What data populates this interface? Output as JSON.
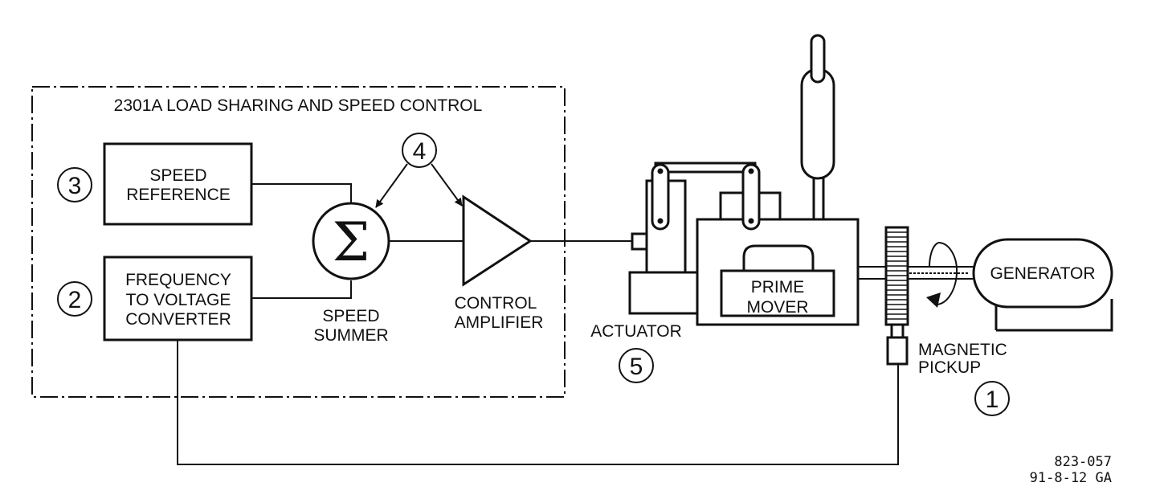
{
  "control_box": {
    "title": "2301A LOAD SHARING AND SPEED CONTROL"
  },
  "speed_reference": {
    "line1": "SPEED",
    "line2": "REFERENCE",
    "marker": "3"
  },
  "freq_converter": {
    "line1": "FREQUENCY",
    "line2": "TO VOLTAGE",
    "line3": "CONVERTER",
    "marker": "2"
  },
  "summer": {
    "symbol": "Σ",
    "line1": "SPEED",
    "line2": "SUMMER",
    "marker": "4"
  },
  "amplifier": {
    "line1": "CONTROL",
    "line2": "AMPLIFIER"
  },
  "actuator": {
    "label": "ACTUATOR",
    "marker": "5"
  },
  "prime_mover": {
    "line1": "PRIME",
    "line2": "MOVER"
  },
  "generator": {
    "label": "GENERATOR"
  },
  "pickup": {
    "line1": "MAGNETIC",
    "line2": "PICKUP",
    "marker": "1"
  },
  "drawing_ref": {
    "line1": "823-057",
    "line2": "91-8-12 GA"
  }
}
